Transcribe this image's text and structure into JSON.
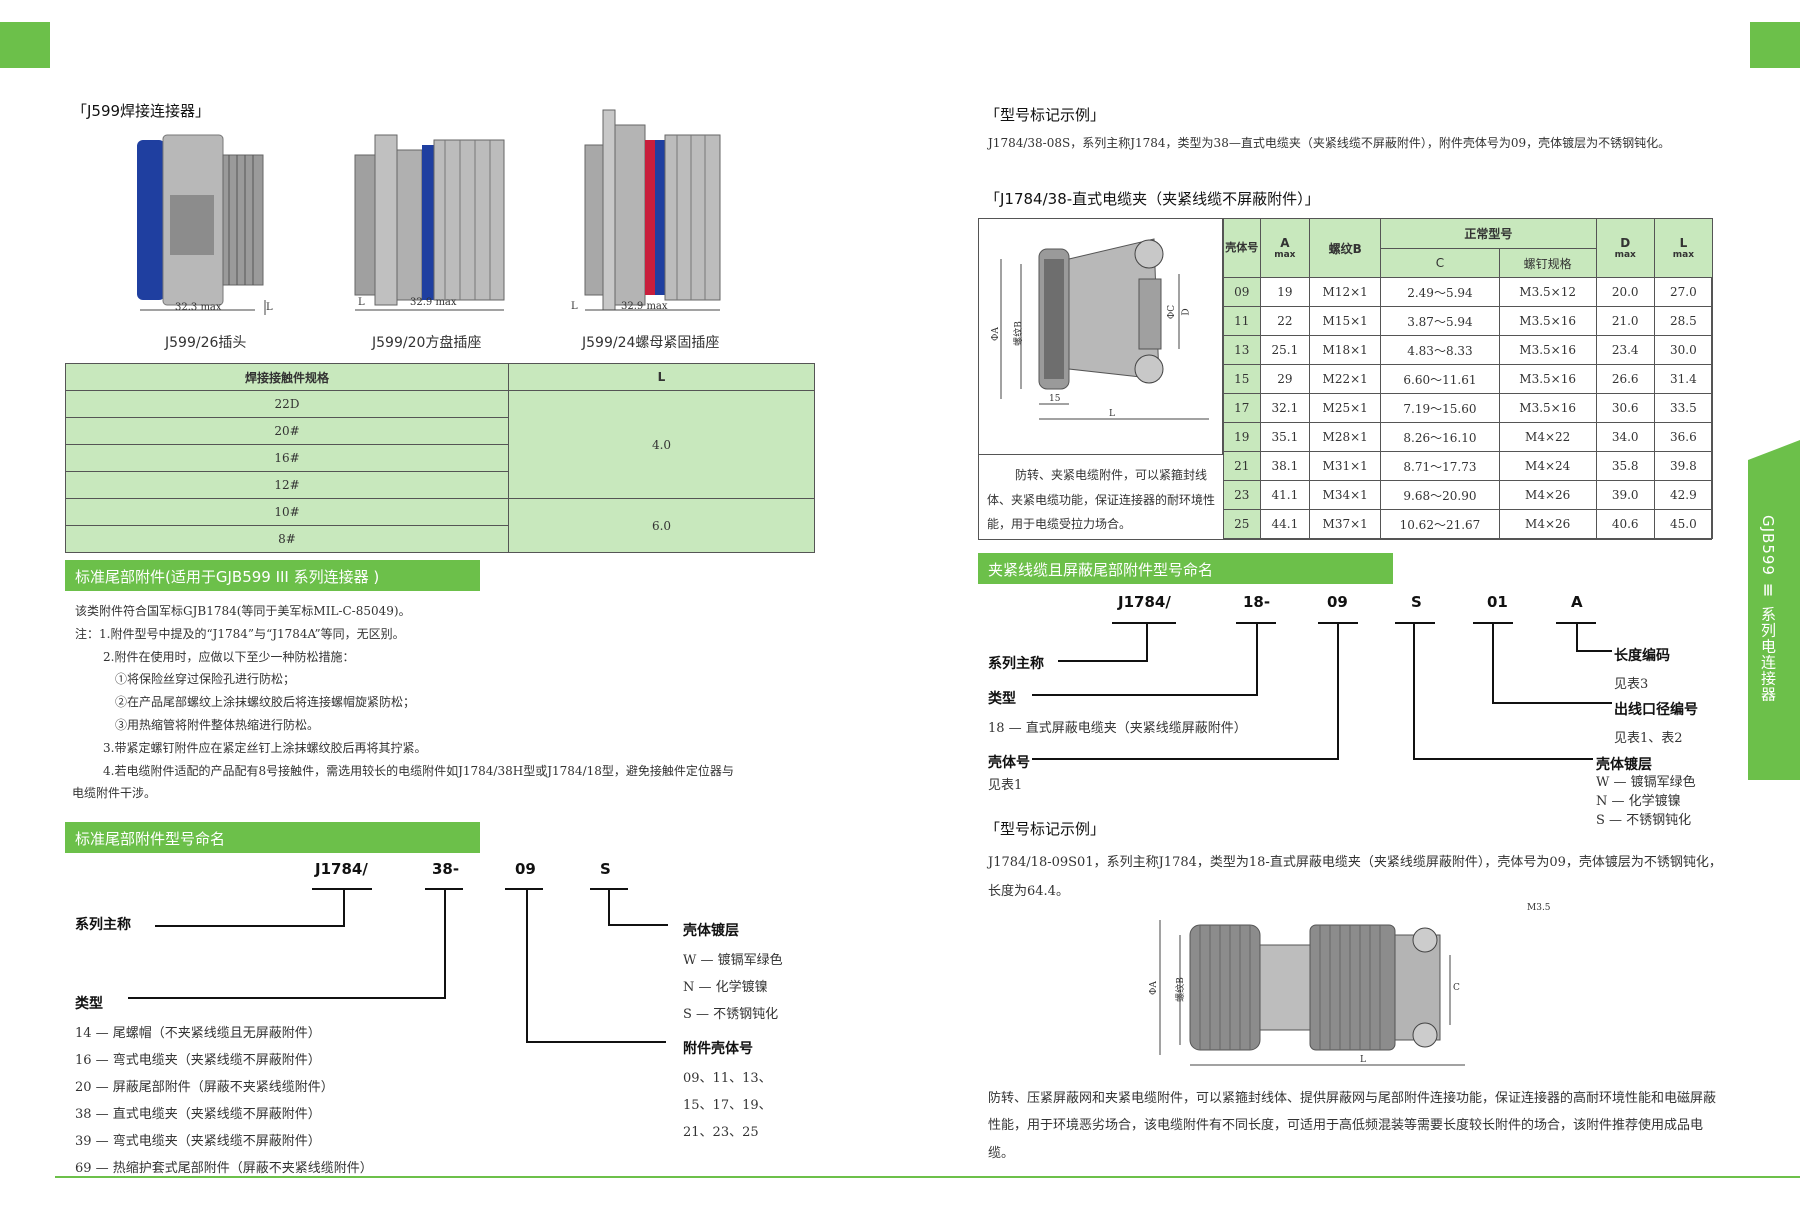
{
  "left": {
    "header_title": "「J599焊接连接器」",
    "products": [
      {
        "caption": "J599/26插头",
        "dim": "32.3 max",
        "l": "L"
      },
      {
        "caption": "J599/20方盘插座",
        "dim": "32.9 max",
        "l": "L"
      },
      {
        "caption": "J599/24螺母紧固插座",
        "dim": "32.9 max",
        "l": "L"
      }
    ],
    "contact_table": {
      "headers": [
        "焊接接触件规格",
        "L"
      ],
      "rows": [
        "22D",
        "20#",
        "16#",
        "12#",
        "10#",
        "8#"
      ],
      "l_values": [
        "4.0",
        "6.0"
      ]
    },
    "section1_title": "标准尾部附件(适用于GJB599 III 系列连接器 )",
    "notes": [
      "该类附件符合国军标GJB1784(等同于美军标MIL-C-85049)。",
      "注：1.附件型号中提及的“J1784”与“J1784A”等同，无区别。",
      "2.附件在使用时，应做以下至少一种防松措施：",
      "①将保险丝穿过保险孔进行防松；",
      "②在产品尾部螺纹上涂抹螺纹胶后将连接螺帽旋紧防松；",
      "③用热缩管将附件整体热缩进行防松。",
      "3.带紧定螺钉附件应在紧定丝钉上涂抹螺纹胶后再将其拧紧。",
      "4.若电缆附件适配的产品配有8号接触件，需选用较长的电缆附件如J1784/38H型或J1784/18型，避免接触件定位器与",
      "电缆附件干涉。"
    ],
    "section2_title": "标准尾部附件型号命名",
    "code": {
      "c1": "J1784/",
      "c2": "38-",
      "c3": "09",
      "c4": "S"
    },
    "series_label": "系列主称",
    "type_label": "类型",
    "types": [
      "14 — 尾螺帽（不夹紧线缆且无屏蔽附件）",
      "16 — 弯式电缆夹（夹紧线缆不屏蔽附件）",
      "20 — 屏蔽尾部附件（屏蔽不夹紧线缆附件）",
      "38 — 直式电缆夹（夹紧线缆不屏蔽附件）",
      "39 — 弯式电缆夹（夹紧线缆不屏蔽附件）",
      "69 — 热缩护套式尾部附件（屏蔽不夹紧线缆附件）"
    ],
    "plating_label": "壳体镀层",
    "platings": [
      "W — 镀镉军绿色",
      "N — 化学镀镍",
      "S — 不锈钢钝化"
    ],
    "shell_label": "附件壳体号",
    "shells": [
      "09、11、13、",
      "15、17、19、",
      "21、23、25"
    ]
  },
  "right": {
    "example1_title": "「型号标记示例」",
    "example1_text": "J1784/38-08S，系列主称J1784，类型为38—直式电缆夹（夹紧线缆不屏蔽附件），附件壳体号为09，壳体镀层为不锈钢钝化。",
    "clamp_title": "「J1784/38-直式电缆夹（夹紧线缆不屏蔽附件）」",
    "clamp_desc": "防转、夹紧电缆附件，可以紧箍封线体、夹紧电缆功能，保证连接器的耐环境性能，用于电缆受拉力场合。",
    "table_headers": {
      "shell": "壳体号",
      "a": "A",
      "a_sub": "max",
      "thread": "螺纹B",
      "normal": "正常型号",
      "c": "C",
      "screw": "螺钉规格",
      "d": "D",
      "d_sub": "max",
      "l": "L",
      "l_sub": "max"
    },
    "table_rows": [
      [
        "09",
        "19",
        "M12×1",
        "2.49～5.94",
        "M3.5×12",
        "20.0",
        "27.0"
      ],
      [
        "11",
        "22",
        "M15×1",
        "3.87～5.94",
        "M3.5×16",
        "21.0",
        "28.5"
      ],
      [
        "13",
        "25.1",
        "M18×1",
        "4.83～8.33",
        "M3.5×16",
        "23.4",
        "30.0"
      ],
      [
        "15",
        "29",
        "M22×1",
        "6.60～11.61",
        "M3.5×16",
        "26.6",
        "31.4"
      ],
      [
        "17",
        "32.1",
        "M25×1",
        "7.19～15.60",
        "M3.5×16",
        "30.6",
        "33.5"
      ],
      [
        "19",
        "35.1",
        "M28×1",
        "8.26～16.10",
        "M4×22",
        "34.0",
        "36.6"
      ],
      [
        "21",
        "38.1",
        "M31×1",
        "8.71～17.73",
        "M4×24",
        "35.8",
        "39.8"
      ],
      [
        "23",
        "41.1",
        "M34×1",
        "9.68～20.90",
        "M4×26",
        "39.0",
        "42.9"
      ],
      [
        "25",
        "44.1",
        "M37×1",
        "10.62～21.67",
        "M4×26",
        "40.6",
        "45.0"
      ]
    ],
    "drawing_labels": {
      "a": "ΦA",
      "b": "螺纹B",
      "c": "ΦC",
      "d": "D",
      "dim15": "15",
      "l": "L"
    },
    "section3_title": "夹紧线缆且屏蔽尾部附件型号命名",
    "code": {
      "c1": "J1784/",
      "c2": "18-",
      "c3": "09",
      "c4": "S",
      "c5": "01",
      "c6": "A"
    },
    "series_label": "系列主称",
    "type_label": "类型",
    "type_desc": "18 — 直式屏蔽电缆夹（夹紧线缆屏蔽附件）",
    "shell_label": "壳体号",
    "shell_desc": "见表1",
    "length_label": "长度编码",
    "length_desc": "见表3",
    "outlet_label": "出线口径编号",
    "outlet_desc": "见表1、表2",
    "plating_label": "壳体镀层",
    "platings": [
      "W — 镀镉军绿色",
      "N — 化学镀镍",
      "S — 不锈钢钝化"
    ],
    "example2_title": "「型号标记示例」",
    "example2_text": "J1784/18-09S01，系列主称J1784，类型为18-直式屏蔽电缆夹（夹紧线缆屏蔽附件），壳体号为09，壳体镀层为不锈钢钝化，长度为64.4。",
    "drawing2_labels": {
      "a": "ΦA",
      "b": "螺纹B",
      "c": "C",
      "m": "M3.5",
      "l": "L"
    },
    "final_text": "防转、压紧屏蔽网和夹紧电缆附件，可以紧箍封线体、提供屏蔽网与尾部附件连接功能，保证连接器的高耐环境性能和电磁屏蔽性能，用于环境恶劣场合，该电缆附件有不同长度，可适用于高低频混装等需要长度较长附件的场合，该附件推荐使用成品电缆。",
    "side_tab": "GJB599 Ⅲ 系列电连接器"
  },
  "colors": {
    "green": "#6cc04a",
    "light_green": "#c8e8bd",
    "blue": "#1f3fa0"
  }
}
